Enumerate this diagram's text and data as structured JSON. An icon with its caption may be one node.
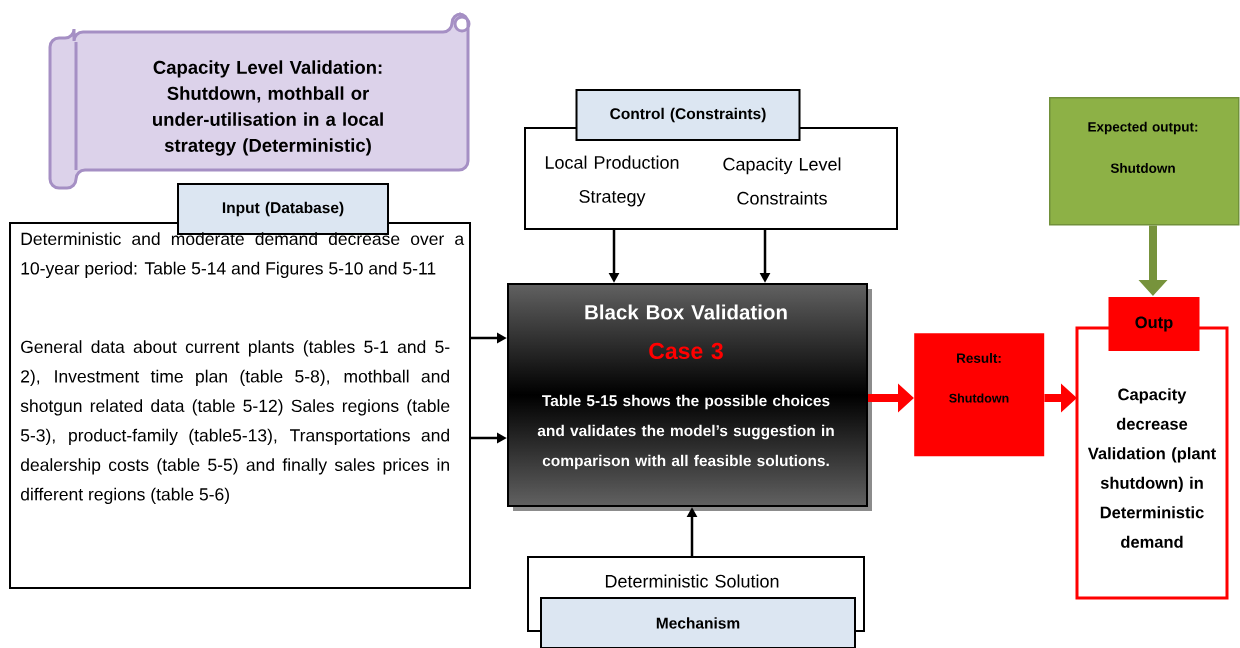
{
  "diagram": {
    "nodes": [
      {
        "text": [
          "Capacity Level Validation: Shutdown, mothball or under-utilisation in a local strategy (Deterministic)"
        ]
      },
      {
        "text": [
          "Input (Database)",
          "Deterministic and moderate demand decrease over a 10-year period: Table 5-14 and Figures 5-10 and 5-11",
          "General data about current plants (tables 5-1 and 5-2), Investment time plan (table 5-8), mothball and shotgun related data (table 5-12) Sales regions (table 5-3), product-family (table5-13), Transportations and dealership costs (table 5-5) and finally sales prices in different regions (table 5-6)"
        ]
      },
      {
        "text": [
          "Control (Constraints)",
          "Local Production Strategy",
          "Capacity Level Constraints"
        ]
      },
      {
        "text": [
          "Black Box Validation",
          "Case 3",
          "Table 5-15 shows the possible choices and validates the model’s suggestion in comparison with all feasible solutions."
        ]
      },
      {
        "text": [
          "Deterministic Solution",
          "Mechanism"
        ]
      },
      {
        "text": [
          "Result:",
          "Shutdown"
        ]
      },
      {
        "text": [
          "Expected output:",
          "Shutdown"
        ]
      },
      {
        "text": [
          "Outp",
          "Capacity decrease Validation (plant shutdown) in Deterministic demand"
        ]
      }
    ],
    "edges": [
      {
        "from": 1,
        "to": 3,
        "arrow": "to"
      },
      {
        "from": 1,
        "to": 3,
        "arrow": "to"
      },
      {
        "from": 2,
        "to": 3,
        "arrow": "to"
      },
      {
        "from": 2,
        "to": 3,
        "arrow": "to"
      },
      {
        "from": 4,
        "to": 3,
        "arrow": "to"
      },
      {
        "from": 3,
        "to": 5,
        "arrow": "to",
        "style": "thick",
        "color": "#ff0000"
      },
      {
        "from": 5,
        "to": 7,
        "arrow": "to",
        "style": "thick",
        "color": "#ff0000"
      },
      {
        "from": 6,
        "to": 7,
        "arrow": "to",
        "style": "thick",
        "color": "#77933c"
      }
    ]
  }
}
